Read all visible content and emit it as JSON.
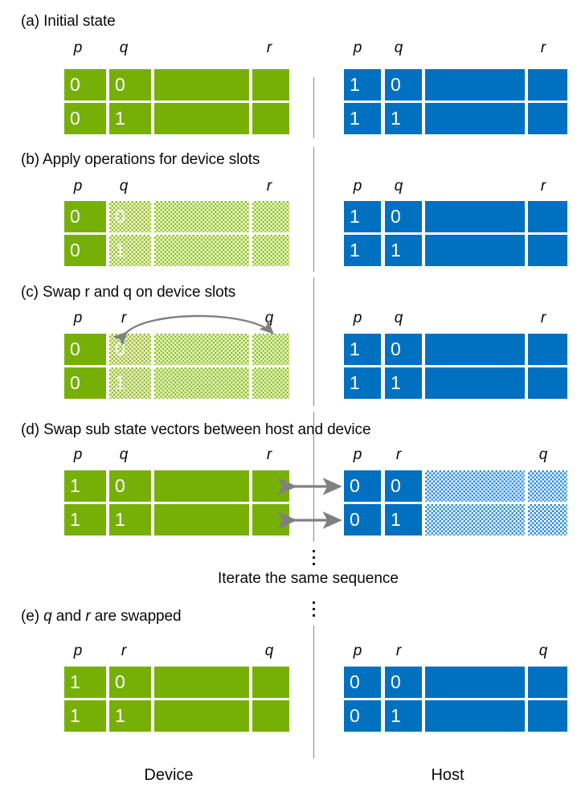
{
  "figure": {
    "device_label": "Device",
    "host_label": "Host",
    "iterate_note": "Iterate the same sequence",
    "colors": {
      "device_green": "#76B007",
      "host_blue": "#0070C0",
      "device_green_hatch": "#8CC410",
      "host_blue_hatch": "#2E8FD6",
      "divider_gray": "#8A8A8A",
      "arrow_gray": "#808080",
      "value_text": "#FFFFFF"
    }
  },
  "panels": [
    {
      "id": "a",
      "caption": "(a) Initial state",
      "caption_prefix": "(a)",
      "caption_text": "Initial state",
      "device": {
        "labels": [
          "p",
          "q",
          "r"
        ],
        "rows": [
          {
            "p": "0",
            "q": "0"
          },
          {
            "p": "0",
            "q": "1"
          }
        ],
        "fill": "solid"
      },
      "host": {
        "labels": [
          "p",
          "q",
          "r"
        ],
        "rows": [
          {
            "p": "1",
            "q": "0"
          },
          {
            "p": "1",
            "q": "1"
          }
        ],
        "fill": "solid"
      }
    },
    {
      "id": "b",
      "caption": "(b) Apply operations for device slots",
      "caption_prefix": "(b)",
      "caption_text": "Apply operations for device slots",
      "device": {
        "labels": [
          "p",
          "q",
          "r"
        ],
        "rows": [
          {
            "p": "0",
            "q": "0"
          },
          {
            "p": "0",
            "q": "1"
          }
        ],
        "fill": "hatched-except-p"
      },
      "host": {
        "labels": [
          "p",
          "q",
          "r"
        ],
        "rows": [
          {
            "p": "1",
            "q": "0"
          },
          {
            "p": "1",
            "q": "1"
          }
        ],
        "fill": "solid"
      }
    },
    {
      "id": "c",
      "caption": "(c) Swap r and q on device slots",
      "caption_prefix": "(c)",
      "caption_text": "Swap r and q on device slots",
      "device": {
        "labels": [
          "p",
          "r",
          "q"
        ],
        "rows": [
          {
            "p": "0",
            "q": "0"
          },
          {
            "p": "0",
            "q": "1"
          }
        ],
        "fill": "hatched-except-p",
        "swap_arrow": true
      },
      "host": {
        "labels": [
          "p",
          "q",
          "r"
        ],
        "rows": [
          {
            "p": "1",
            "q": "0"
          },
          {
            "p": "1",
            "q": "1"
          }
        ],
        "fill": "solid"
      }
    },
    {
      "id": "d",
      "caption": "(d) Swap sub state vectors between host and device",
      "caption_prefix": "(d)",
      "caption_text": "Swap sub state vectors between host and device",
      "device": {
        "labels": [
          "p",
          "q",
          "r"
        ],
        "rows": [
          {
            "p": "1",
            "q": "0"
          },
          {
            "p": "1",
            "q": "1"
          }
        ],
        "fill": "solid"
      },
      "host": {
        "labels": [
          "p",
          "r",
          "q"
        ],
        "rows": [
          {
            "p": "0",
            "q": "0"
          },
          {
            "p": "0",
            "q": "1"
          }
        ],
        "fill": "hatched-tail"
      },
      "transfer_arrows": 2
    },
    {
      "id": "e",
      "caption": "(e) q and r are swapped",
      "caption_prefix": "(e)",
      "caption_italic_1": "q",
      "caption_mid": " and ",
      "caption_italic_2": "r",
      "caption_tail": " are swapped",
      "device": {
        "labels": [
          "p",
          "r",
          "q"
        ],
        "rows": [
          {
            "p": "1",
            "q": "0"
          },
          {
            "p": "1",
            "q": "1"
          }
        ],
        "fill": "solid"
      },
      "host": {
        "labels": [
          "p",
          "r",
          "q"
        ],
        "rows": [
          {
            "p": "0",
            "q": "0"
          },
          {
            "p": "0",
            "q": "1"
          }
        ],
        "fill": "solid"
      }
    }
  ]
}
